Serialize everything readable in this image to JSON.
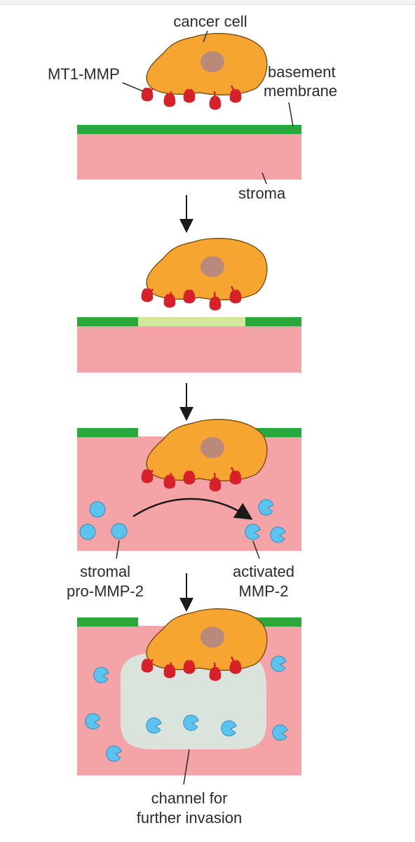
{
  "labels": {
    "cancer_cell": "cancer cell",
    "mt1_mmp": "MT1-MMP",
    "basement_line1": "basement",
    "basement_line2": "membrane",
    "stroma": "stroma",
    "pro_line1": "stromal",
    "pro_line2": "pro-MMP-2",
    "act_line1": "activated",
    "act_line2": "MMP-2",
    "channel_line1": "channel for",
    "channel_line2": "further invasion"
  },
  "colors": {
    "cell": "#f6a531",
    "nucleus": "#b98a7a",
    "receptor": "#d6202a",
    "membrane": "#2ca83a",
    "membrane_degraded": "#d4e89c",
    "stroma": "#f4a3a6",
    "enzyme": "#5cc3ee",
    "channel": "#dbe4dc",
    "arrow": "#1a1a1a"
  }
}
